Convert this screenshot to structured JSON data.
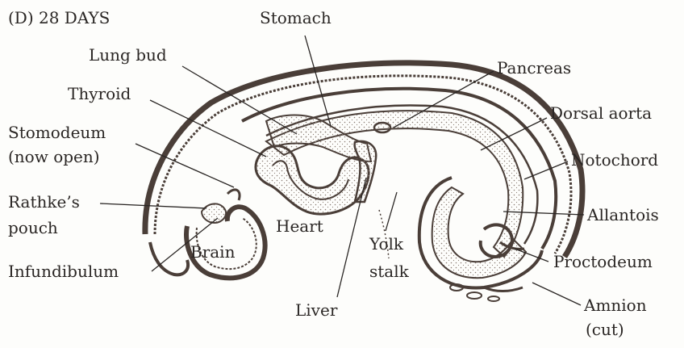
{
  "figure": {
    "panel_title": "(D)  28 DAYS",
    "labels": {
      "stomach": "Stomach",
      "lung_bud": "Lung bud",
      "pancreas": "Pancreas",
      "thyroid": "Thyroid",
      "dorsal_aorta": "Dorsal aorta",
      "stomodeum": "Stomodeum",
      "stomodeum_note": "(now open)",
      "notochord": "Notochord",
      "rathkes": "Rathke’s",
      "pouch": "pouch",
      "heart": "Heart",
      "allantois": "Allantois",
      "brain": "Brain",
      "yolk": "Yolk",
      "stalk": "stalk",
      "proctodeum": "Proctodeum",
      "infundibulum": "Infundibulum",
      "liver": "Liver",
      "amnion": "Amnion",
      "amnion_note": "(cut)"
    },
    "colors": {
      "ink": "#2a2624",
      "tissue": "#4a3e38",
      "stipple": "#8a7d74",
      "paper": "#fdfdfb"
    }
  }
}
